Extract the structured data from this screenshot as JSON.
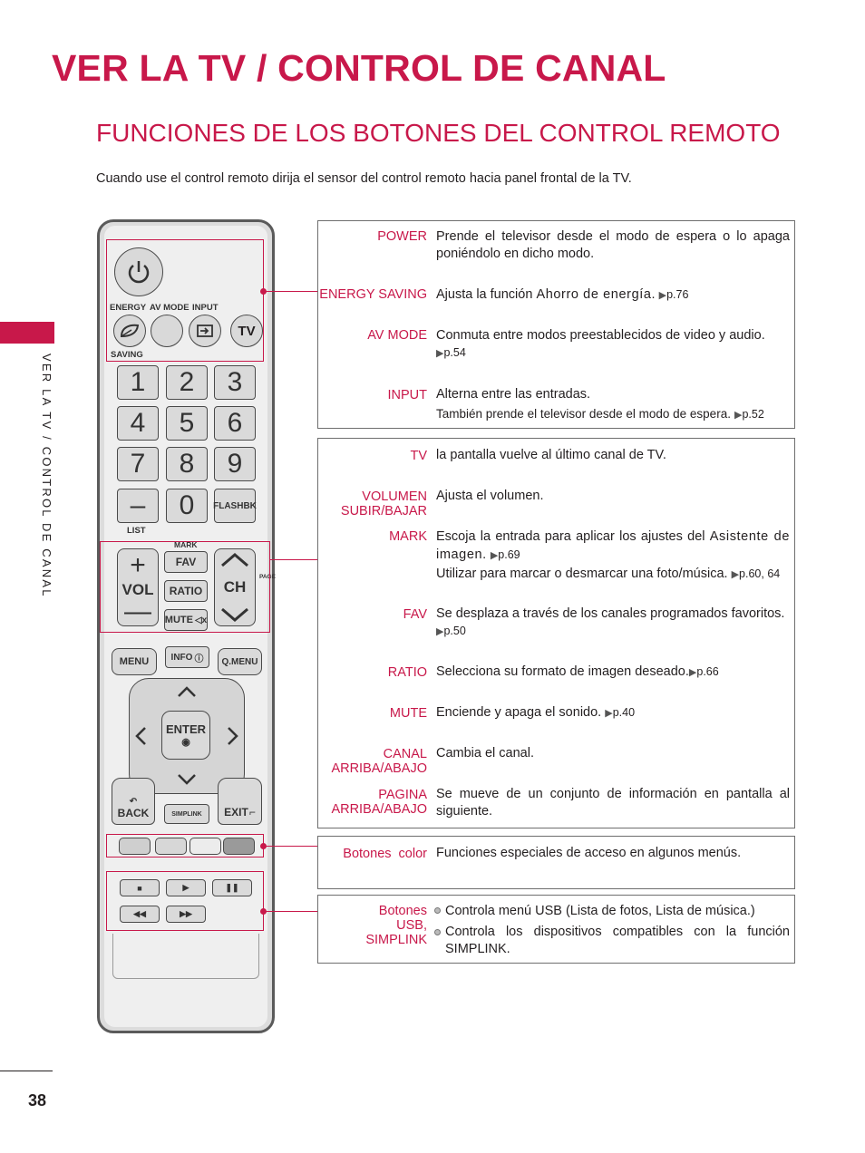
{
  "page": {
    "title": "VER LA TV / CONTROL DE CANAL",
    "subtitle": "FUNCIONES DE LOS BOTONES DEL CONTROL REMOTO",
    "intro": "Cuando use el control remoto dirija el sensor del control remoto hacia panel frontal de la TV.",
    "side_label": "VER LA TV / CONTROL DE CANAL",
    "page_number": "38",
    "accent_color": "#c8184a"
  },
  "remote": {
    "labels": {
      "energy": "ENERGY",
      "saving": "SAVING",
      "av_mode": "AV MODE",
      "input": "INPUT",
      "tv": "TV",
      "list": "LIST",
      "flashbk": "FLASHBK",
      "dash": "–",
      "mark": "MARK",
      "fav": "FAV",
      "ratio": "RATIO",
      "mute": "MUTE",
      "vol": "VOL",
      "ch": "CH",
      "page_letters": "PAGE",
      "menu": "MENU",
      "info": "INFO",
      "qmenu": "Q.MENU",
      "enter": "ENTER",
      "back": "BACK",
      "simplink": "SIMPLINK",
      "exit": "EXIT"
    },
    "digits": [
      "1",
      "2",
      "3",
      "4",
      "5",
      "6",
      "7",
      "8",
      "9",
      "0"
    ]
  },
  "box1": {
    "power": {
      "key": "POWER",
      "text": "Prende el televisor desde el modo de espera o lo apaga poniéndolo en dicho modo."
    },
    "energy": {
      "key": "ENERGY SAVING",
      "text": "Ajusta la función ",
      "em": "Ahorro de energía",
      "after": ".",
      "ref": "p.76"
    },
    "avmode": {
      "key": "AV MODE",
      "text": "Conmuta entre modos preestablecidos de video y audio.",
      "ref": "p.54"
    },
    "input": {
      "key": "INPUT",
      "text": "Alterna entre las entradas.",
      "text2": "También prende el televisor desde el modo de espera.",
      "ref": "p.52"
    }
  },
  "box2": {
    "tv": {
      "key": "TV",
      "text": "la pantalla vuelve al último canal de TV."
    },
    "vol": {
      "key1": "VOLUMEN",
      "key2": "SUBIR/BAJAR",
      "text": "Ajusta el volumen."
    },
    "mark": {
      "key": "MARK",
      "text": "Escoja la entrada para aplicar los ajustes del ",
      "em": "Asistente de imagen.",
      "ref": "p.69",
      "text2": "Utilizar para marcar o desmarcar una foto/música.",
      "ref2": "p.60, 64"
    },
    "fav": {
      "key": "FAV",
      "text": "Se desplaza a través de los canales programados favoritos.",
      "ref": "p.50"
    },
    "ratio": {
      "key": "RATIO",
      "text": "Selecciona su formato de imagen deseado.",
      "ref": "p.66"
    },
    "mute": {
      "key": "MUTE",
      "text": "Enciende y apaga el sonido.",
      "ref": "p.40"
    },
    "canal": {
      "key1": "CANAL",
      "key2": "ARRIBA/ABAJO",
      "text": "Cambia el canal."
    },
    "pagina": {
      "key1": "PAGINA",
      "key2": "ARRIBA/ABAJO",
      "text": "Se mueve de un conjunto de información en pantalla al siguiente."
    }
  },
  "box3": {
    "key": "Botones  color",
    "text": "Funciones especiales de acceso en algunos menús."
  },
  "box4": {
    "key1": "Botones",
    "key2": "USB,",
    "key3": "SIMPLINK",
    "item1": "Controla menú USB (Lista de fotos, Lista de música.)",
    "item2": "Controla los dispositivos compatibles con la función SIMPLINK."
  }
}
